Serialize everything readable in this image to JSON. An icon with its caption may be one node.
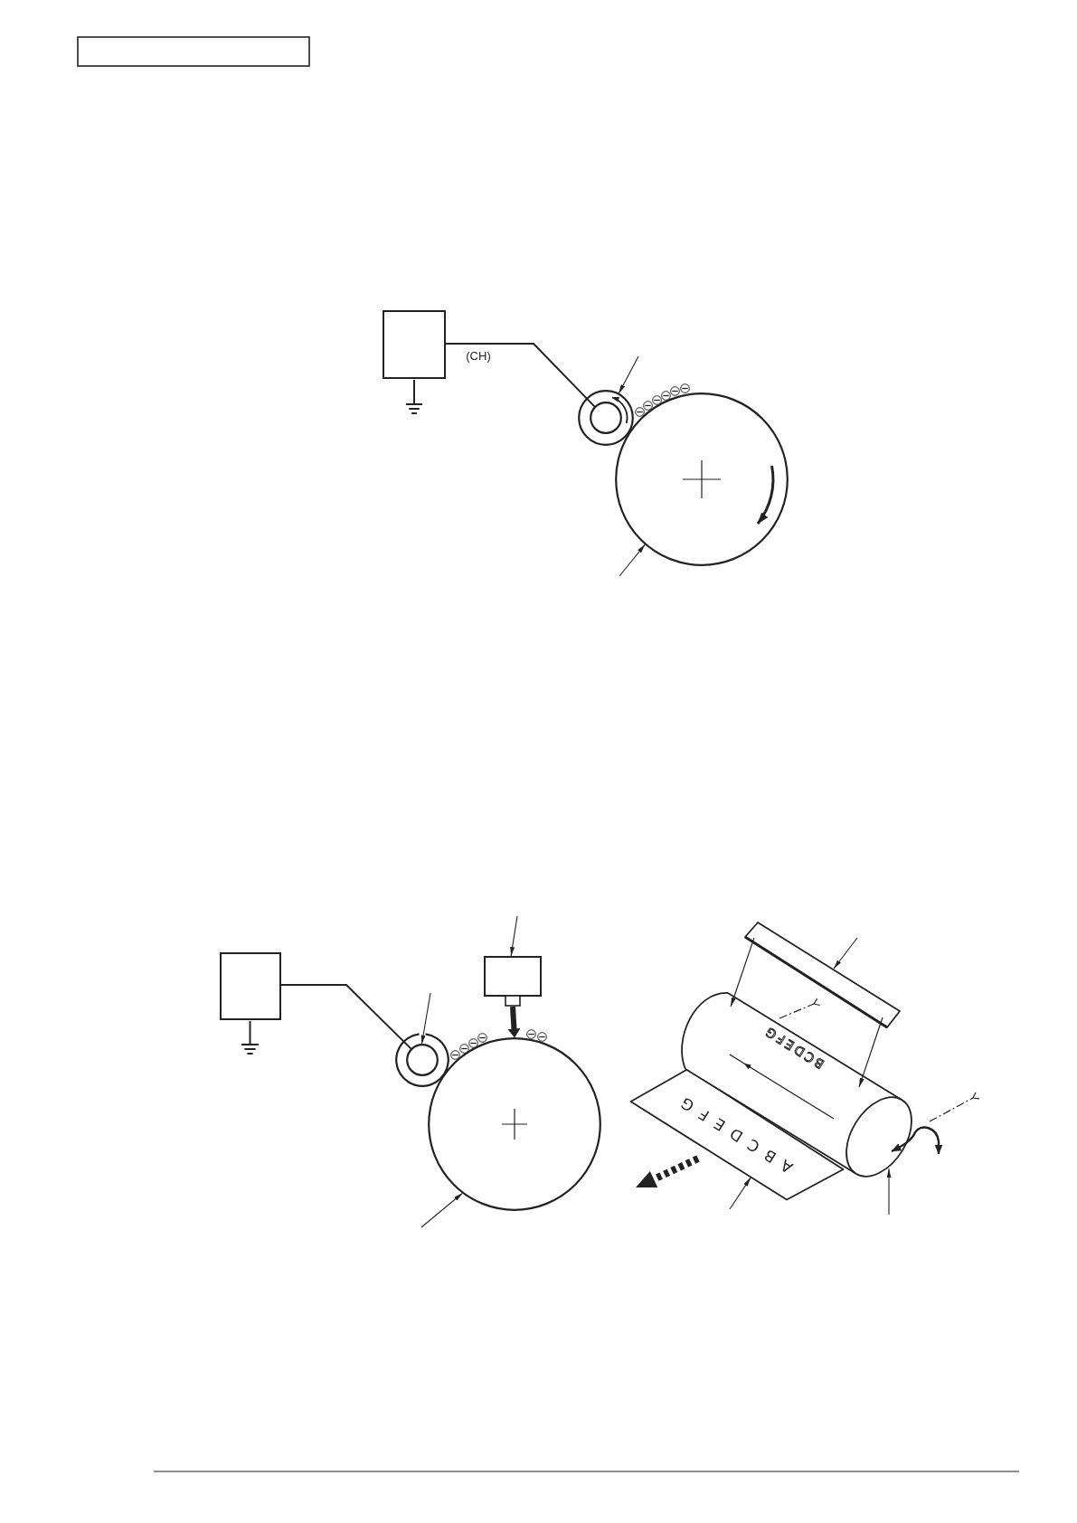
{
  "diagram": {
    "nodes": [
      {
        "text": [],
        "shape": "box"
      },
      {
        "text": [],
        "shape": "circle"
      },
      {
        "text": [],
        "shape": "circle",
        "in": 1
      },
      {
        "text": [],
        "shape": "circle"
      },
      {
        "text": [],
        "shape": "box"
      },
      {
        "text": [],
        "shape": "circle"
      },
      {
        "text": [],
        "shape": "circle",
        "in": 5
      },
      {
        "text": [],
        "shape": "box"
      },
      {
        "text": [],
        "shape": "circle"
      },
      {
        "text": [],
        "shape": "bar"
      },
      {
        "text": [
          "BCDEFG"
        ]
      },
      {
        "text": [],
        "shape": "ellipse",
        "in": 10
      },
      {
        "text": [
          "ABCDEFG"
        ]
      }
    ],
    "edges": [
      {
        "from": 0,
        "to": 2,
        "arrow": "none",
        "label": "(CH)"
      },
      {
        "from": null,
        "to": 1,
        "arrow": "to"
      },
      {
        "from": null,
        "to": 3,
        "arrow": "to"
      },
      {
        "from": 4,
        "to": 6,
        "arrow": "none"
      },
      {
        "from": null,
        "to": 7,
        "arrow": "to"
      },
      {
        "from": null,
        "to": 6,
        "arrow": "to"
      },
      {
        "from": 7,
        "to": 8,
        "arrow": "to",
        "style": "thick"
      },
      {
        "from": null,
        "to": 8,
        "arrow": "to"
      },
      {
        "from": null,
        "to": 9,
        "arrow": "to"
      },
      {
        "from": 9,
        "to": 10,
        "arrow": "to"
      },
      {
        "from": 9,
        "to": 10,
        "arrow": "to"
      },
      {
        "from": null,
        "to": 12,
        "arrow": "to"
      },
      {
        "from": null,
        "to": 11,
        "arrow": "to"
      }
    ]
  }
}
